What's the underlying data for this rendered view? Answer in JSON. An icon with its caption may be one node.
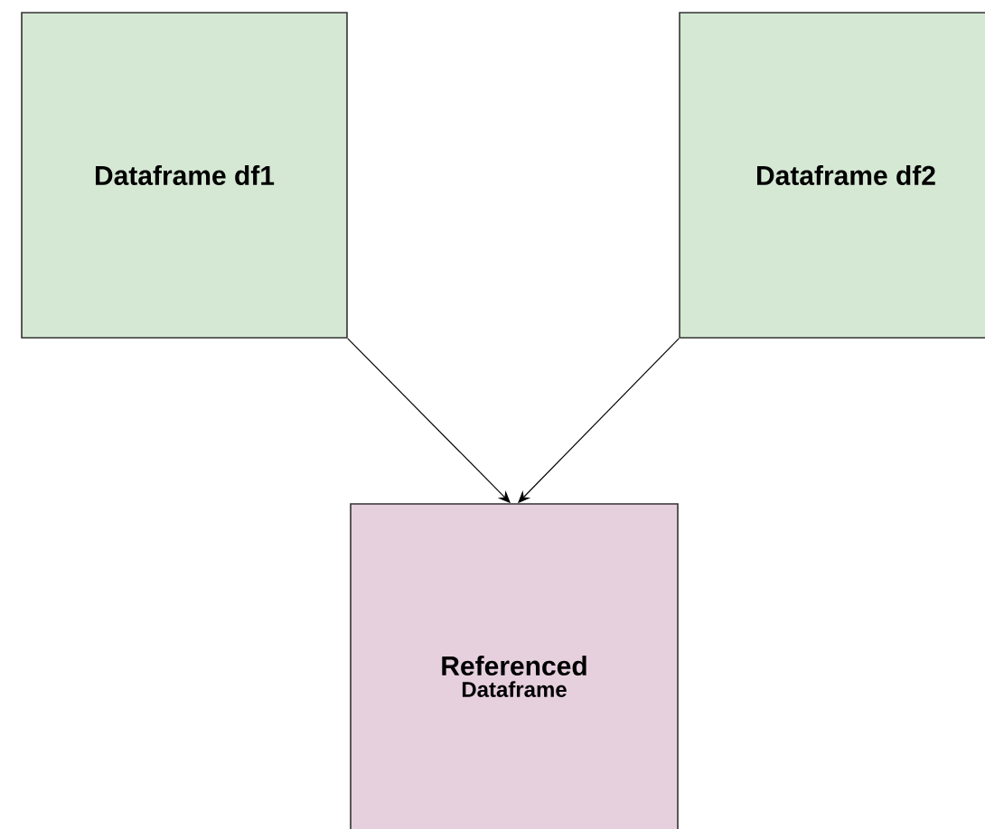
{
  "diagram": {
    "nodes": [
      {
        "text": [
          "Dataframe df1"
        ]
      },
      {
        "text": [
          "Dataframe df2"
        ]
      },
      {
        "text": [
          "Referenced",
          "Dataframe"
        ]
      }
    ],
    "edges": [
      {
        "from": 0,
        "to": 2,
        "arrow": "to"
      },
      {
        "from": 1,
        "to": 2,
        "arrow": "to"
      }
    ]
  }
}
